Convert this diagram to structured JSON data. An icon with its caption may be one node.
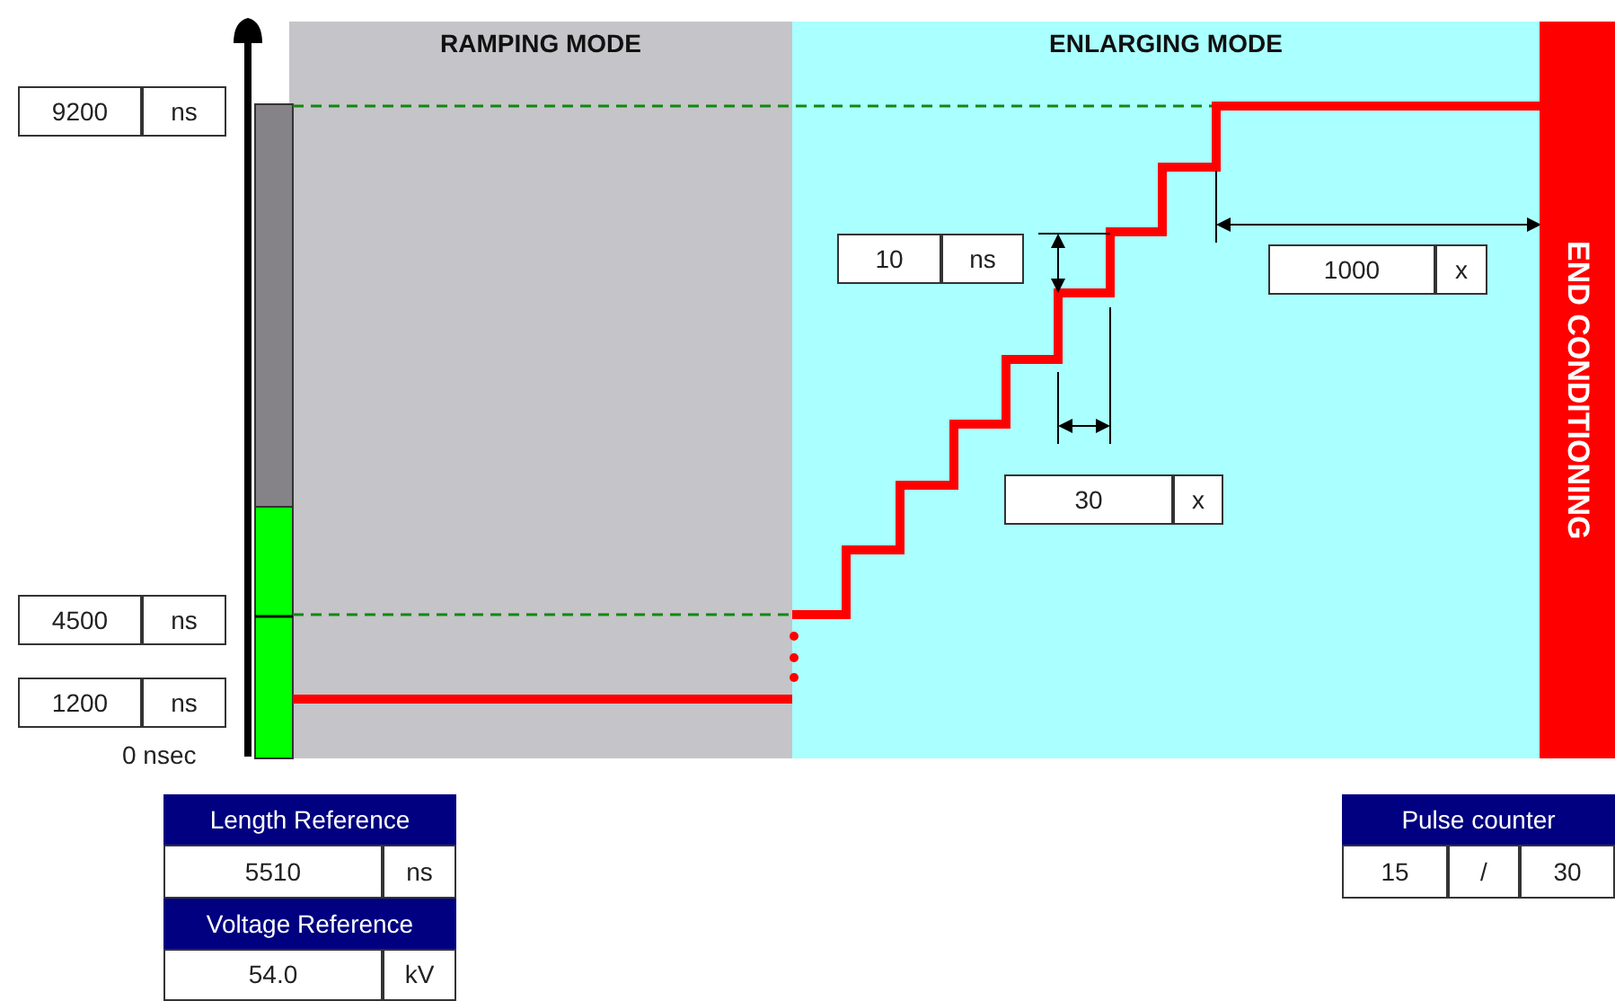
{
  "diagram": {
    "nodes": [
      {
        "text": [
          "RAMPING MODE"
        ]
      },
      {
        "text": [
          "ENLARGING MODE"
        ]
      },
      {
        "text": [
          "END CONDITIONING"
        ]
      },
      {
        "text": [
          "9200"
        ]
      },
      {
        "text": [
          "ns"
        ]
      },
      {
        "text": [
          "4500"
        ]
      },
      {
        "text": [
          "ns"
        ]
      },
      {
        "text": [
          "1200"
        ]
      },
      {
        "text": [
          "ns"
        ]
      },
      {
        "text": [
          "10"
        ],
        "in": 1
      },
      {
        "text": [
          "ns"
        ],
        "in": 1
      },
      {
        "text": [
          "1000"
        ],
        "in": 1
      },
      {
        "text": [
          "x"
        ],
        "in": 1
      },
      {
        "text": [
          "30"
        ],
        "in": 1
      },
      {
        "text": [
          "x"
        ],
        "in": 1
      },
      {
        "text": [
          "Length Reference"
        ]
      },
      {
        "text": [
          "5510"
        ]
      },
      {
        "text": [
          "ns"
        ]
      },
      {
        "text": [
          "Voltage Reference"
        ]
      },
      {
        "text": [
          "54.0"
        ]
      },
      {
        "text": [
          "kV"
        ]
      },
      {
        "text": [
          "Pulse counter"
        ]
      },
      {
        "text": [
          "15"
        ]
      },
      {
        "text": [
          "/"
        ]
      },
      {
        "text": [
          "30"
        ]
      }
    ],
    "edges": [],
    "labels": [
      "0 nsec"
    ]
  }
}
